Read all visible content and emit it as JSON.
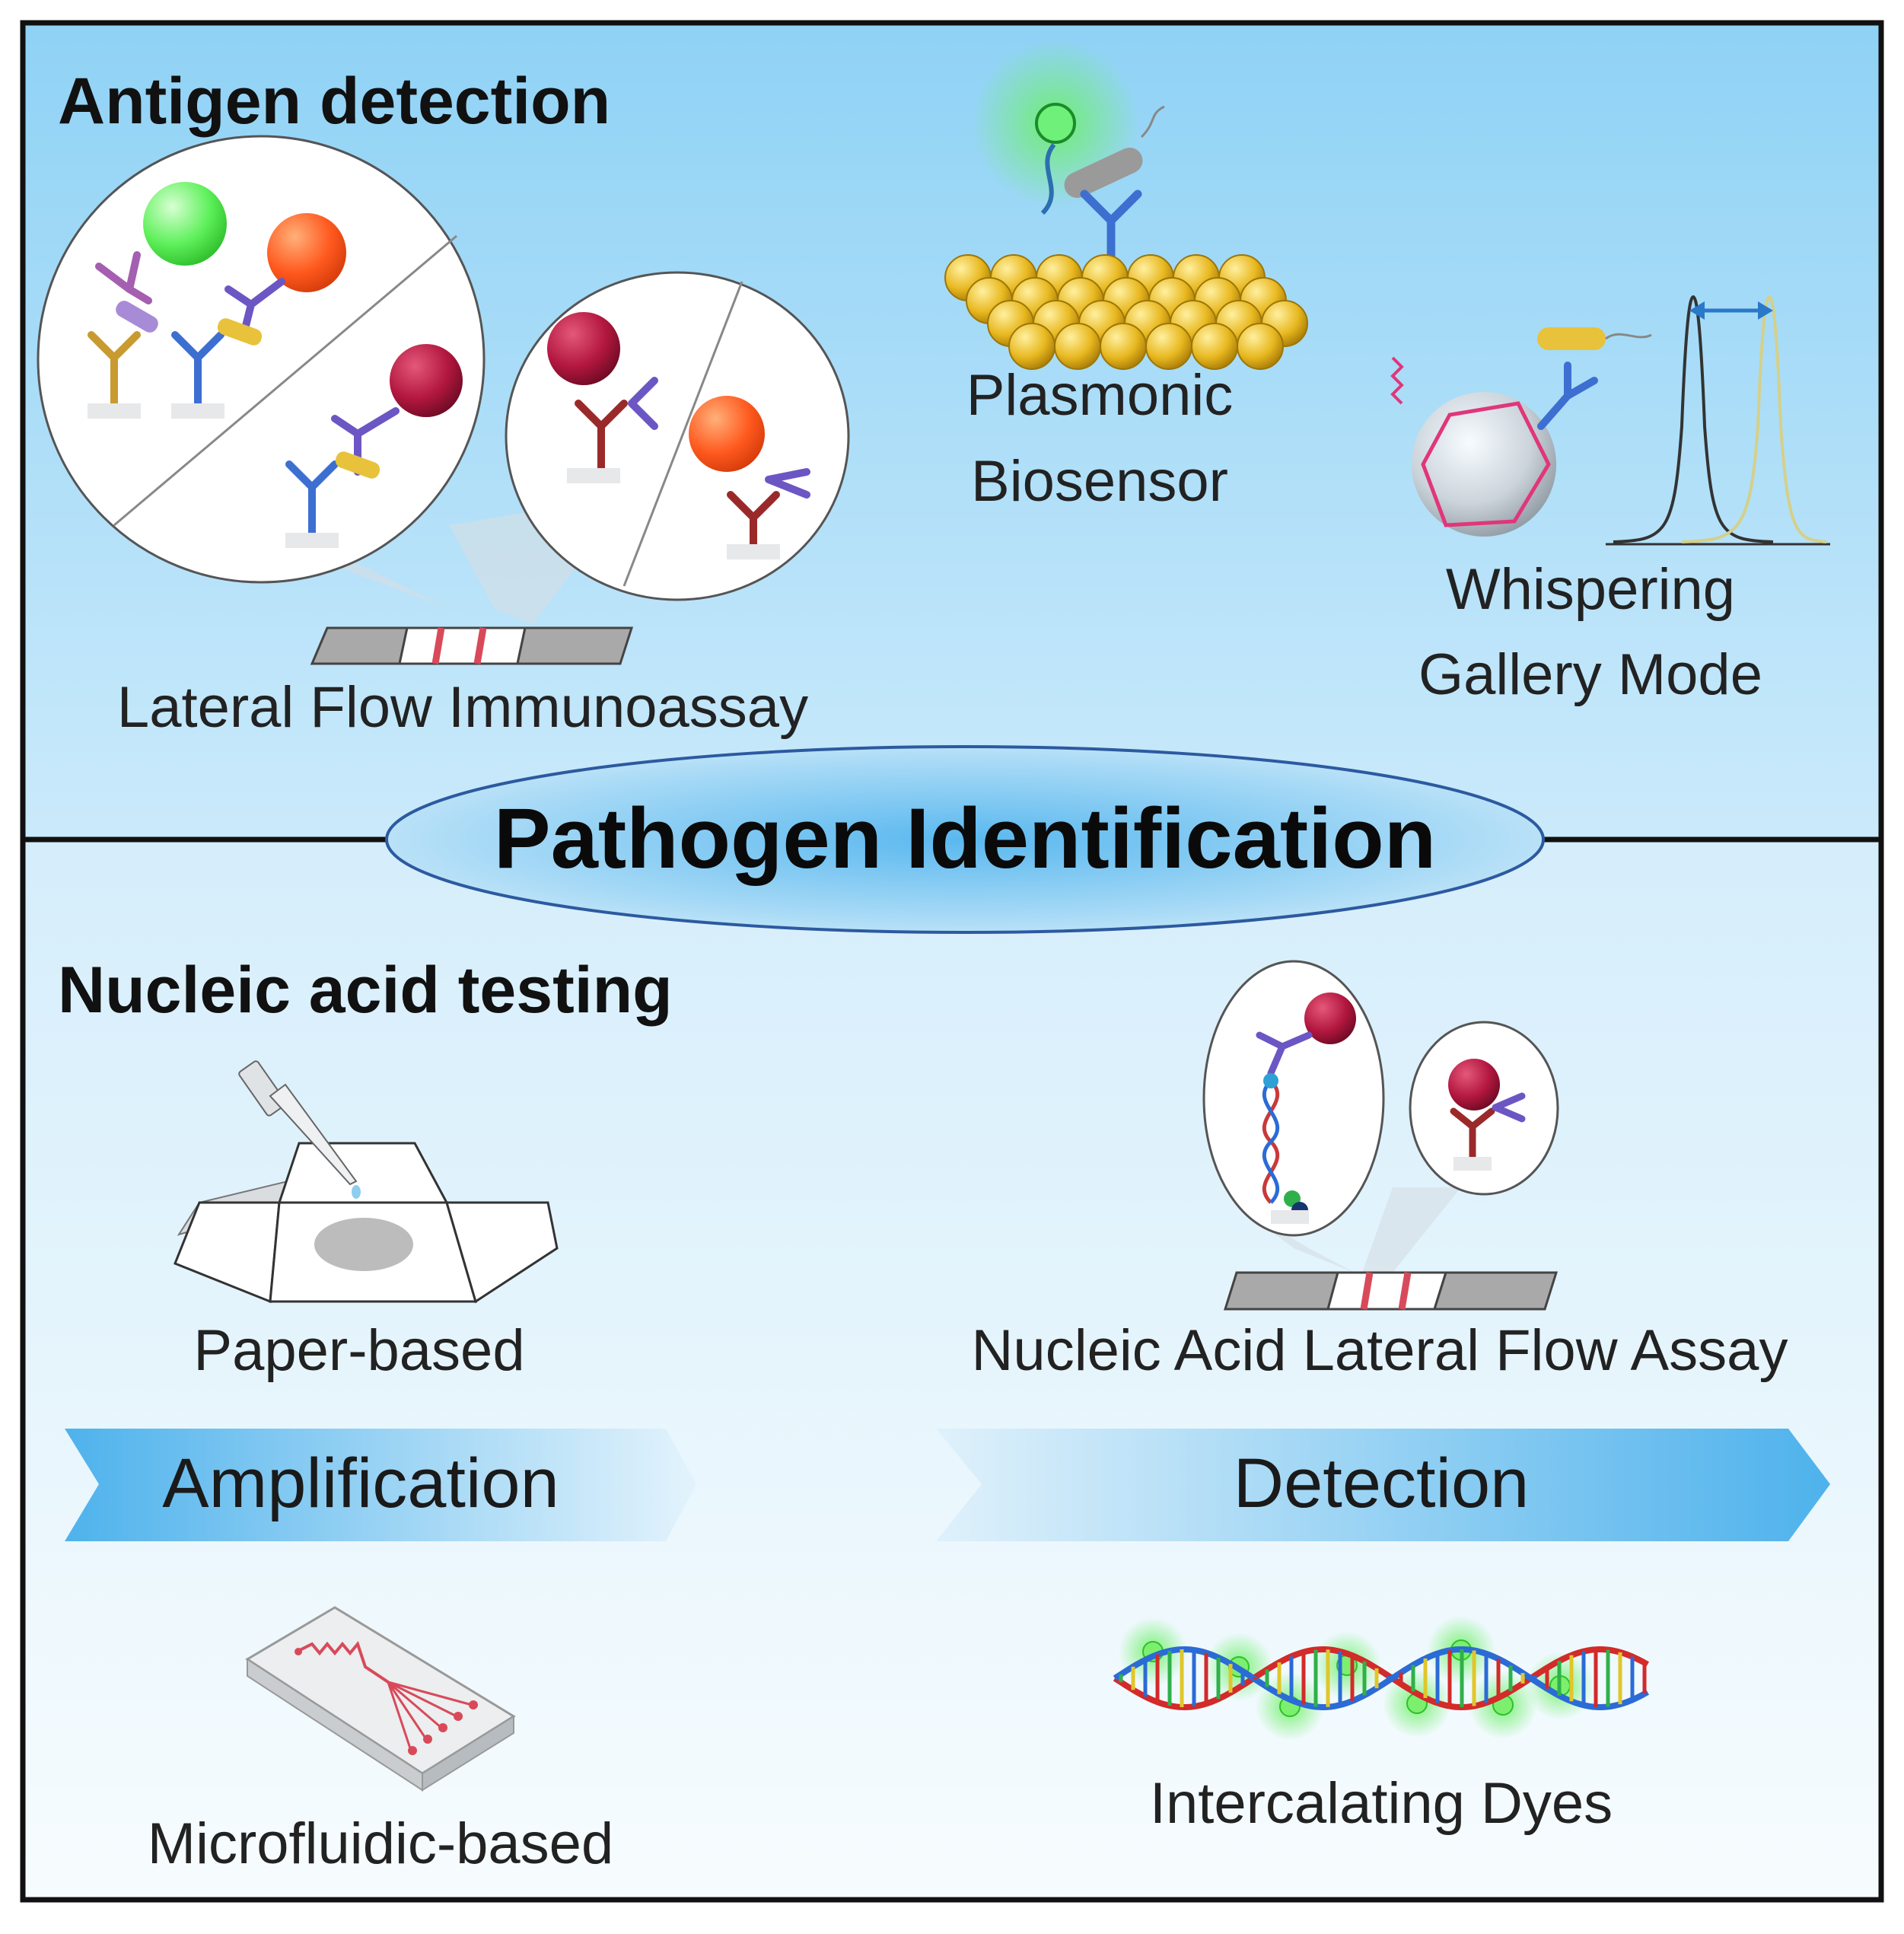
{
  "title": "Pathogen Identification",
  "antigen": {
    "heading": "Antigen detection",
    "lfia_label": "Lateral Flow Immunoassay",
    "plasmonic_line1": "Plasmonic",
    "plasmonic_line2": "Biosensor",
    "wgm_line1": "Whispering",
    "wgm_line2": "Gallery Mode"
  },
  "nucleic": {
    "heading": "Nucleic acid testing",
    "paper_label": "Paper-based",
    "nalfa_label": "Nucleic Acid Lateral Flow Assay",
    "amplification_label": "Amplification",
    "detection_label": "Detection",
    "microfluidic_label": "Microfluidic-based",
    "dyes_label": "Intercalating Dyes"
  },
  "colors": {
    "top_panel": "#a9dcf6",
    "bottom_panel": "#e8f5fc",
    "ellipse": "#6ec3f0",
    "arrow": "#55b6ec",
    "red_particle": "#b3173f",
    "orange_particle": "#ff5a1f",
    "green_particle": "#5ef05a",
    "gold": "#e8b820",
    "antibody_blue": "#3d6fd1",
    "antibody_purple": "#8a63b8"
  }
}
